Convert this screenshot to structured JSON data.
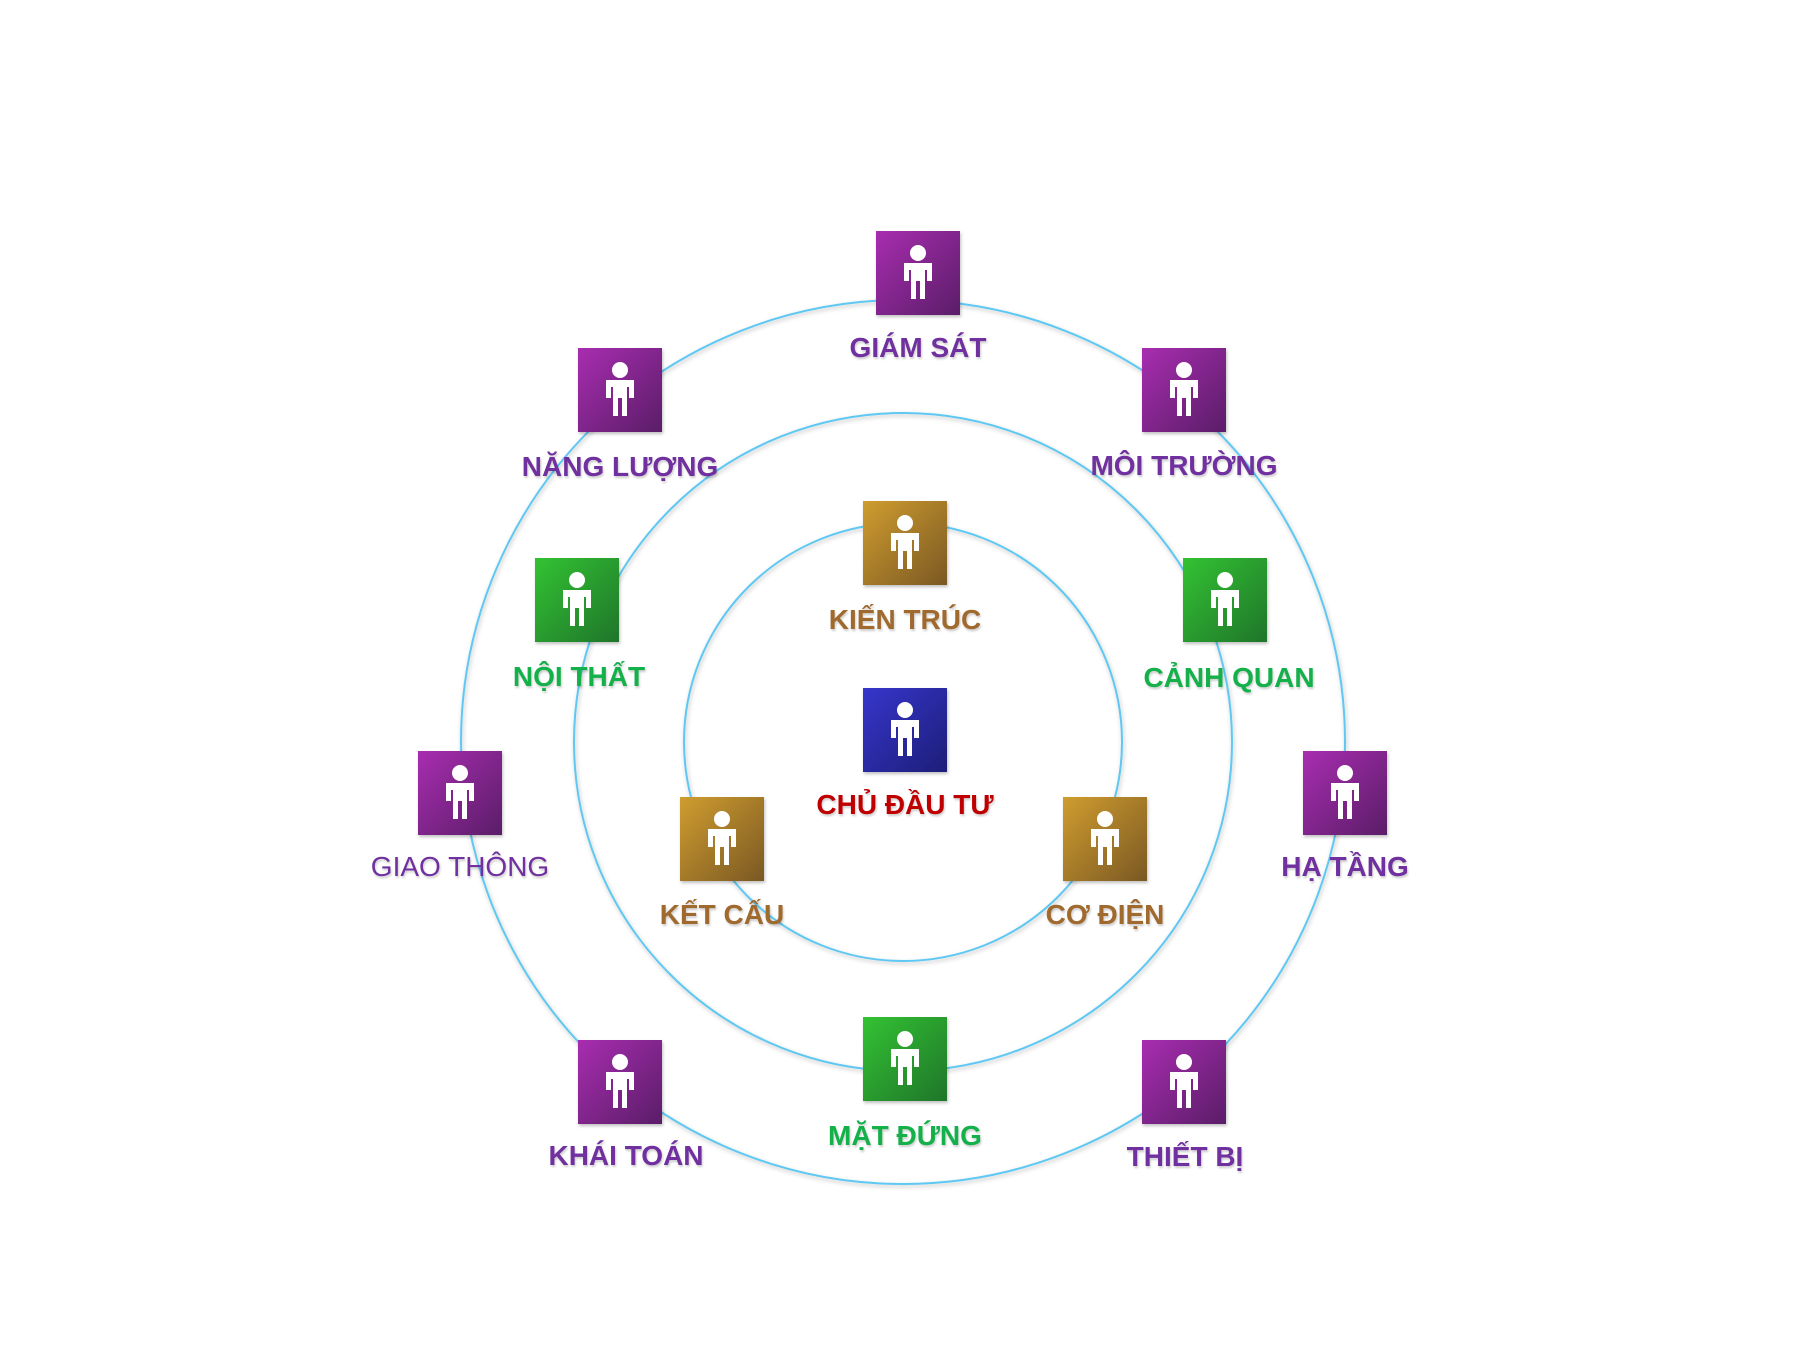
{
  "nodes": [
    {
      "id": "giam-sat",
      "label": "GIÁM SÁT",
      "group": "purple"
    },
    {
      "id": "nang-luong",
      "label": "NĂNG LƯỢNG",
      "group": "purple"
    },
    {
      "id": "moi-truong",
      "label": "MÔI TRƯỜNG",
      "group": "purple"
    },
    {
      "id": "noi-that",
      "label": "NỘI THẤT",
      "group": "green"
    },
    {
      "id": "canh-quan",
      "label": "CẢNH QUAN",
      "group": "green"
    },
    {
      "id": "giao-thong",
      "label": "GIAO THÔNG",
      "group": "purple"
    },
    {
      "id": "ha-tang",
      "label": "HẠ TẦNG",
      "group": "purple"
    },
    {
      "id": "kien-truc",
      "label": "KIẾN TRÚC",
      "group": "gold"
    },
    {
      "id": "chu-dau-tu",
      "label": "CHỦ ĐẦU TƯ",
      "group": "blue"
    },
    {
      "id": "ket-cau",
      "label": "KẾT CẤU",
      "group": "gold"
    },
    {
      "id": "co-dien",
      "label": "CƠ ĐIỆN",
      "group": "gold"
    },
    {
      "id": "mat-dung",
      "label": "MẶT ĐỨNG",
      "group": "green"
    },
    {
      "id": "khai-toan",
      "label": "KHÁI TOÁN",
      "group": "purple"
    },
    {
      "id": "thiet-bi",
      "label": "THIẾT BỊ",
      "group": "purple"
    }
  ],
  "colors": {
    "ring": "#5ec8f2",
    "purple": "#7030a0",
    "green": "#14b04a",
    "gold": "#a0692e",
    "red": "#c00000"
  }
}
